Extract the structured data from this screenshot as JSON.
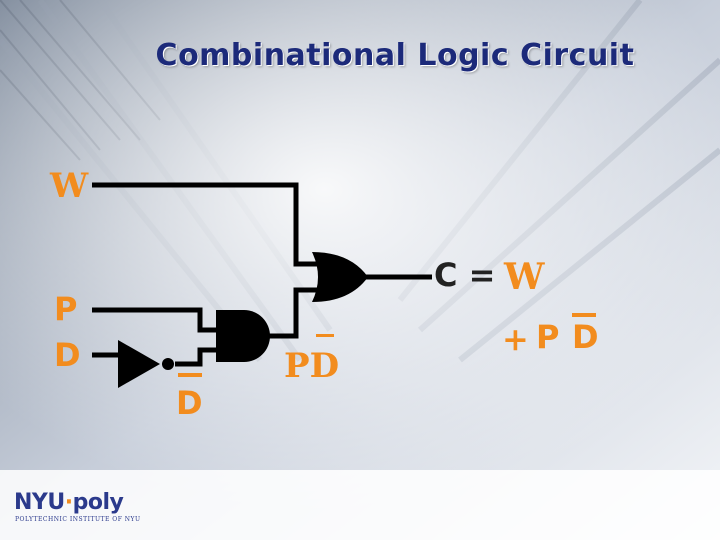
{
  "slide": {
    "title": "Combinational Logic Circuit"
  },
  "circuit": {
    "inputs": {
      "w": "W",
      "p": "P",
      "d": "D"
    },
    "inverted_d_label": "D",
    "and_output_label": "PD",
    "equation": {
      "lhs": "C =",
      "term1": "W",
      "plus": "+",
      "term2_p": "P",
      "term2_d": "D"
    }
  },
  "logo": {
    "brand_left": "NYU",
    "brand_dot": "·",
    "brand_right": "poly",
    "subtitle": "POLYTECHNIC INSTITUTE OF NYU"
  },
  "colors": {
    "title": "#1c2a7a",
    "accent": "#f28c1e",
    "wire": "#000000"
  }
}
